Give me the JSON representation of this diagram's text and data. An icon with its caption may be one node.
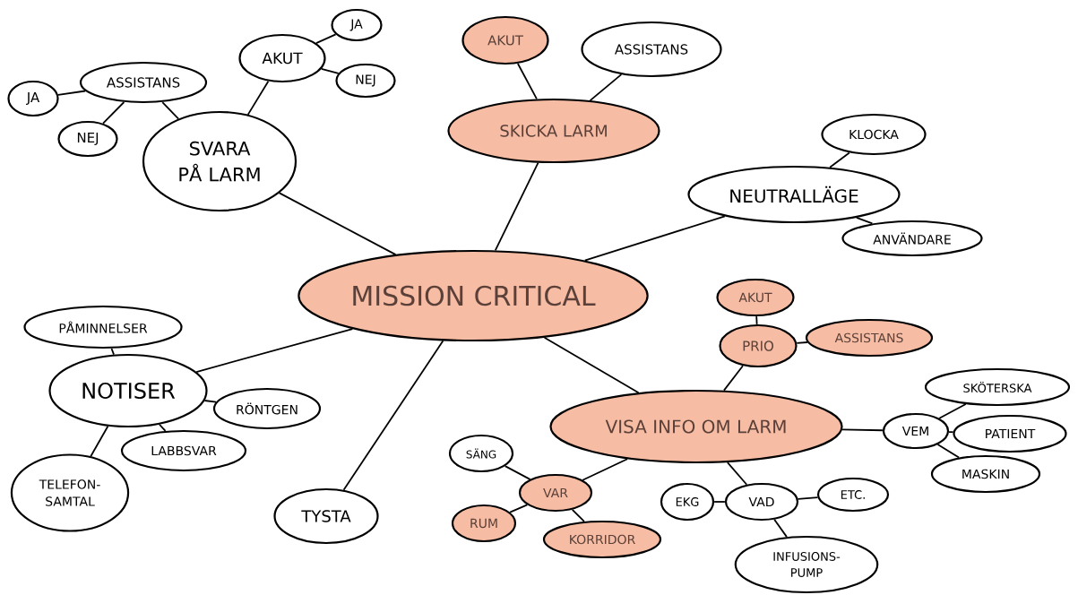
{
  "diagram": {
    "nodes": [
      {
        "text": [
          "MISSION CRITICAL"
        ]
      },
      {
        "text": [
          "SVARA PÅ LARM"
        ]
      },
      {
        "text": [
          "ASSISTANS"
        ]
      },
      {
        "text": [
          "JA"
        ]
      },
      {
        "text": [
          "NEJ"
        ]
      },
      {
        "text": [
          "AKUT"
        ]
      },
      {
        "text": [
          "JA"
        ]
      },
      {
        "text": [
          "NEJ"
        ]
      },
      {
        "text": [
          "SKICKA LARM"
        ]
      },
      {
        "text": [
          "AKUT"
        ]
      },
      {
        "text": [
          "ASSISTANS"
        ]
      },
      {
        "text": [
          "NEUTRALLÄGE"
        ]
      },
      {
        "text": [
          "KLOCKA"
        ]
      },
      {
        "text": [
          "ANVÄNDARE"
        ]
      },
      {
        "text": [
          "NOTISER"
        ]
      },
      {
        "text": [
          "PÅMINNELSER"
        ]
      },
      {
        "text": [
          "RÖNTGEN"
        ]
      },
      {
        "text": [
          "LABBSVAR"
        ]
      },
      {
        "text": [
          "TELEFON- SAMTAL"
        ]
      },
      {
        "text": [
          "TYSTA"
        ]
      },
      {
        "text": [
          "VISA INFO OM LARM"
        ]
      },
      {
        "text": [
          "PRIO"
        ]
      },
      {
        "text": [
          "AKUT"
        ]
      },
      {
        "text": [
          "ASSISTANS"
        ]
      },
      {
        "text": [
          "VEM"
        ]
      },
      {
        "text": [
          "SKÖTERSKA"
        ]
      },
      {
        "text": [
          "PATIENT"
        ]
      },
      {
        "text": [
          "MASKIN"
        ]
      },
      {
        "text": [
          "VAD"
        ]
      },
      {
        "text": [
          "EKG"
        ]
      },
      {
        "text": [
          "ETC."
        ]
      },
      {
        "text": [
          "INFUSIONS- PUMP"
        ]
      },
      {
        "text": [
          "VAR"
        ]
      },
      {
        "text": [
          "SÄNG"
        ]
      },
      {
        "text": [
          "RUM"
        ]
      },
      {
        "text": [
          "KORRIDOR"
        ]
      }
    ],
    "edges": [
      {
        "from": 0,
        "to": 1,
        "arrow": "none"
      },
      {
        "from": 1,
        "to": 2,
        "arrow": "none"
      },
      {
        "from": 2,
        "to": 3,
        "arrow": "none"
      },
      {
        "from": 2,
        "to": 4,
        "arrow": "none"
      },
      {
        "from": 1,
        "to": 5,
        "arrow": "none"
      },
      {
        "from": 5,
        "to": 6,
        "arrow": "none"
      },
      {
        "from": 5,
        "to": 7,
        "arrow": "none"
      },
      {
        "from": 0,
        "to": 8,
        "arrow": "none"
      },
      {
        "from": 8,
        "to": 9,
        "arrow": "none"
      },
      {
        "from": 8,
        "to": 10,
        "arrow": "none"
      },
      {
        "from": 0,
        "to": 11,
        "arrow": "none"
      },
      {
        "from": 11,
        "to": 12,
        "arrow": "none"
      },
      {
        "from": 11,
        "to": 13,
        "arrow": "none"
      },
      {
        "from": 0,
        "to": 14,
        "arrow": "none"
      },
      {
        "from": 14,
        "to": 15,
        "arrow": "none"
      },
      {
        "from": 14,
        "to": 16,
        "arrow": "none"
      },
      {
        "from": 14,
        "to": 17,
        "arrow": "none"
      },
      {
        "from": 14,
        "to": 18,
        "arrow": "none"
      },
      {
        "from": 0,
        "to": 19,
        "arrow": "none"
      },
      {
        "from": 0,
        "to": 20,
        "arrow": "none"
      },
      {
        "from": 20,
        "to": 21,
        "arrow": "none"
      },
      {
        "from": 21,
        "to": 22,
        "arrow": "none"
      },
      {
        "from": 21,
        "to": 23,
        "arrow": "none"
      },
      {
        "from": 20,
        "to": 24,
        "arrow": "none"
      },
      {
        "from": 24,
        "to": 25,
        "arrow": "none"
      },
      {
        "from": 24,
        "to": 26,
        "arrow": "none"
      },
      {
        "from": 24,
        "to": 27,
        "arrow": "none"
      },
      {
        "from": 20,
        "to": 28,
        "arrow": "none"
      },
      {
        "from": 28,
        "to": 29,
        "arrow": "none"
      },
      {
        "from": 28,
        "to": 30,
        "arrow": "none"
      },
      {
        "from": 28,
        "to": 31,
        "arrow": "none"
      },
      {
        "from": 20,
        "to": 32,
        "arrow": "none"
      },
      {
        "from": 32,
        "to": 33,
        "arrow": "none"
      },
      {
        "from": 32,
        "to": 34,
        "arrow": "none"
      },
      {
        "from": 32,
        "to": 35,
        "arrow": "none"
      }
    ]
  }
}
